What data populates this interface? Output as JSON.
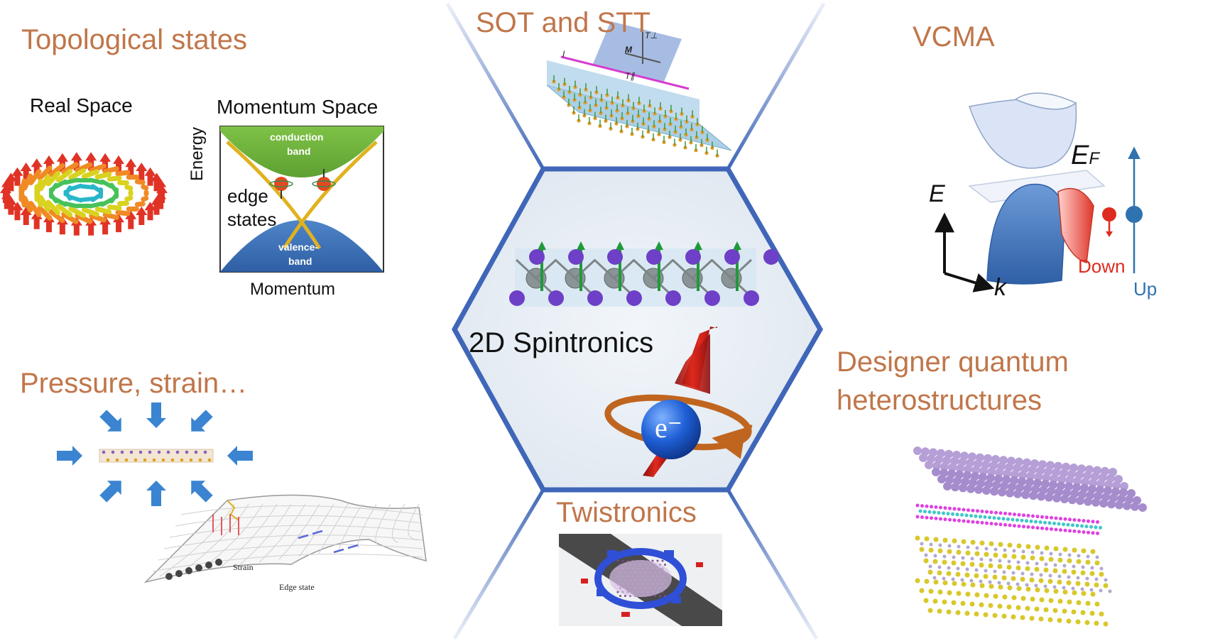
{
  "colors": {
    "accent_orange": "#c0764a",
    "hexagon_blue": "#3f66b8",
    "hexagon_fill": "#e6edf5",
    "spin_down_red": "#dd2b20",
    "spin_up_blue": "#2f72b0",
    "conduction_green": "#6eb63f",
    "valence_blue": "#3d73b9"
  },
  "center": {
    "title": "2D Spintronics",
    "electron_symbol": "e⁻"
  },
  "topological": {
    "title": "Topological states",
    "real_space": "Real Space",
    "momentum_space": "Momentum Space",
    "energy_axis": "Energy",
    "momentum_axis": "Momentum",
    "conduction_band": [
      "conduction",
      "band"
    ],
    "valence_band": [
      "valence-",
      "band"
    ],
    "edge_states": [
      "edge",
      "states"
    ]
  },
  "sot": {
    "title": "SOT and STT",
    "labels": {
      "current": "I",
      "magnetization": "M",
      "torque_perp": "T⊥",
      "torque_par": "T∥"
    }
  },
  "vcma": {
    "title": "VCMA",
    "energy": "E",
    "fermi": "E",
    "fermi_sub": "F",
    "k": "k",
    "down": "Down",
    "up": "Up"
  },
  "pressure": {
    "title": "Pressure, strain…",
    "strain_label": "Strain",
    "edge_state_label": "Edge state"
  },
  "twist": {
    "title": "Twistronics"
  },
  "designer": {
    "title_line1": "Designer quantum",
    "title_line2": "heterostructures"
  }
}
